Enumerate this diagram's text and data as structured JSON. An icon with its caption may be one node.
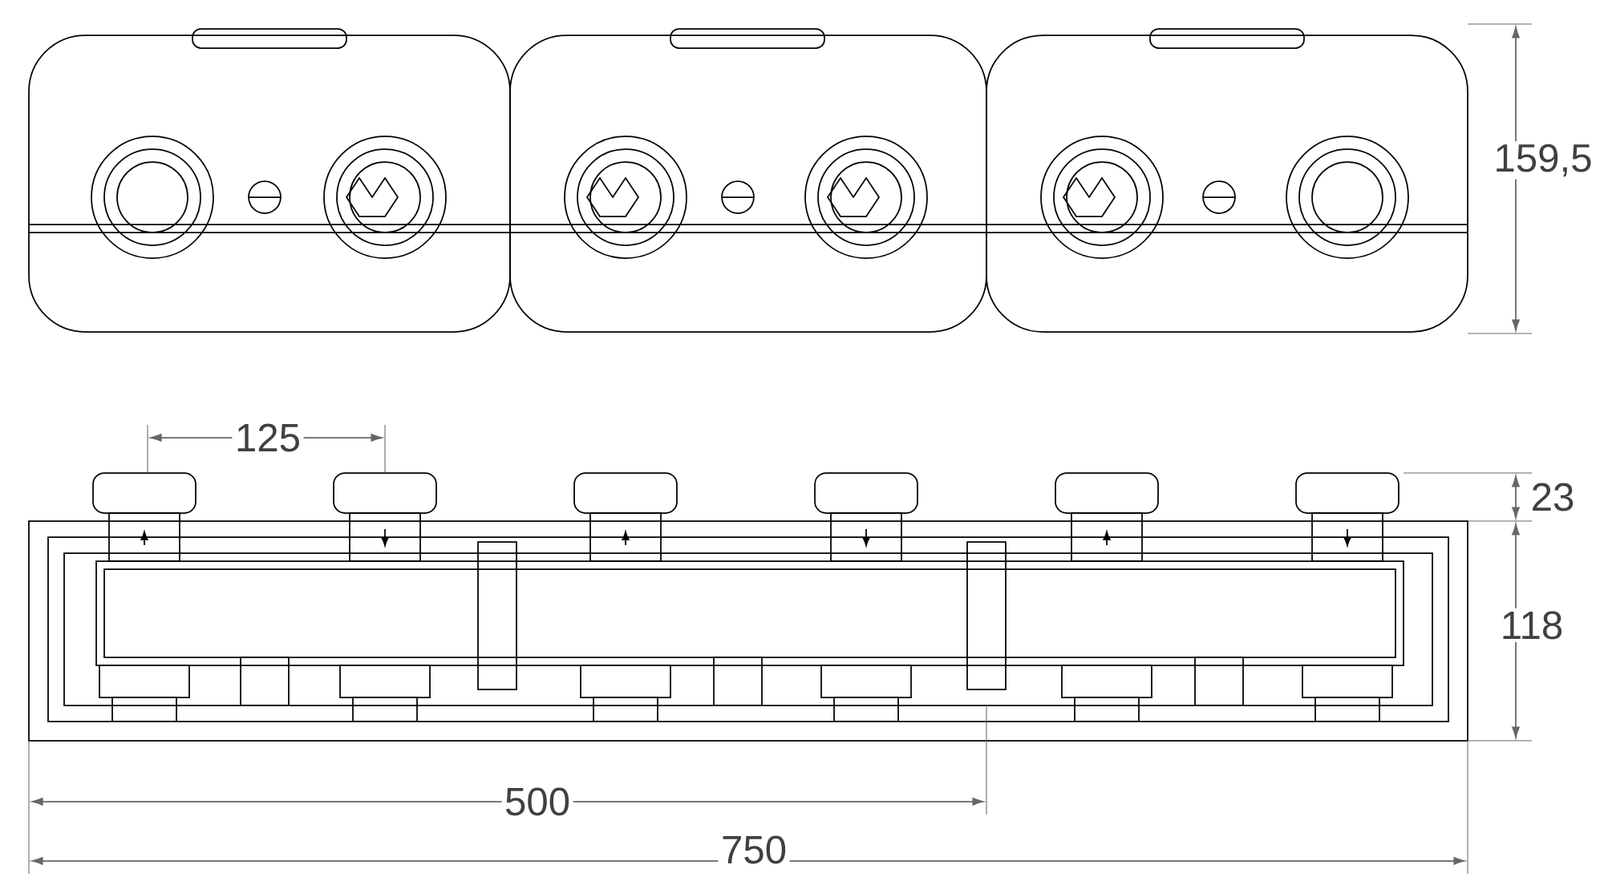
{
  "diagram": {
    "labels": [
      "159,5",
      "125",
      "23",
      "118",
      "500",
      "750"
    ]
  }
}
